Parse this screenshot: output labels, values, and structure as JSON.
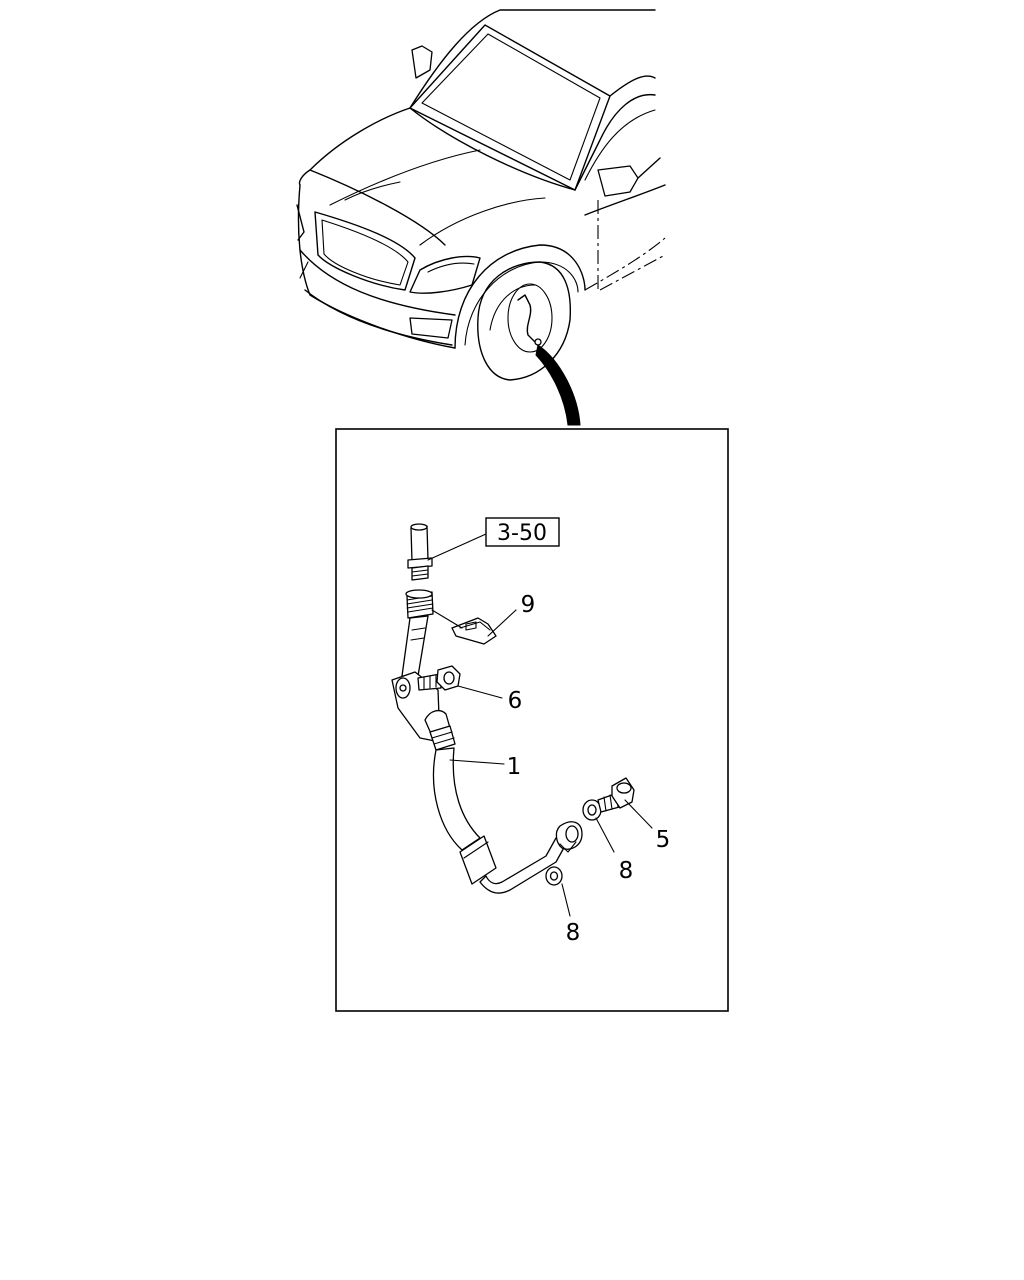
{
  "diagram": {
    "reference_label": "3-50",
    "callouts": [
      {
        "id": "9",
        "label": "9"
      },
      {
        "id": "6",
        "label": "6"
      },
      {
        "id": "1",
        "label": "1"
      },
      {
        "id": "5",
        "label": "5"
      },
      {
        "id": "8a",
        "label": "8"
      },
      {
        "id": "8b",
        "label": "8"
      }
    ]
  }
}
